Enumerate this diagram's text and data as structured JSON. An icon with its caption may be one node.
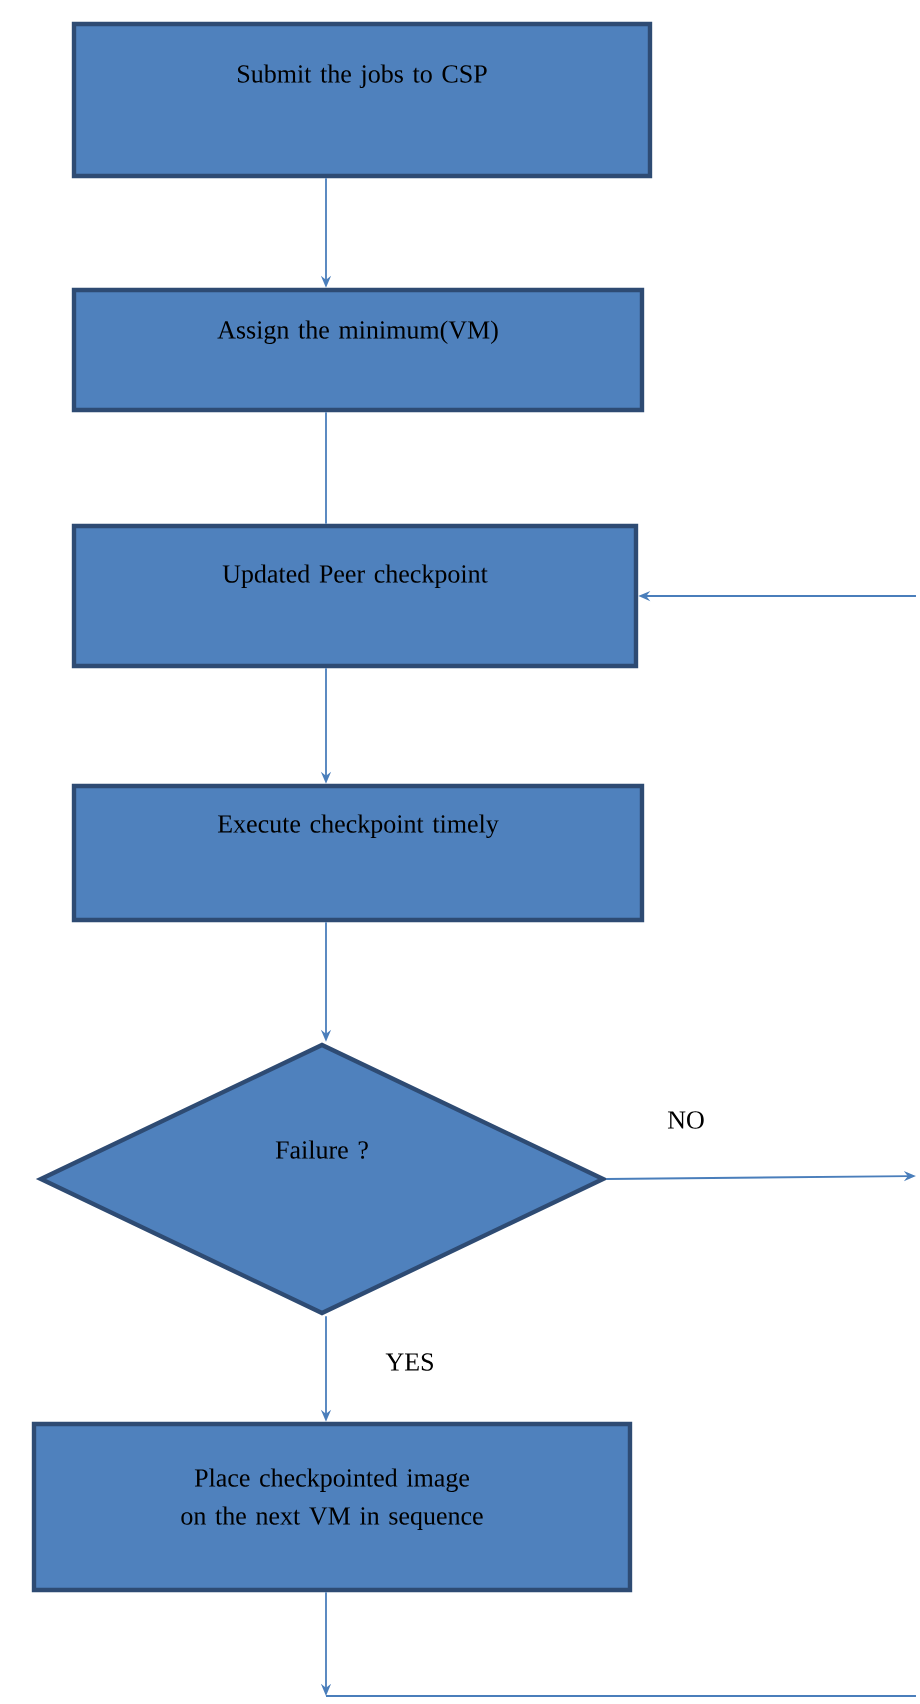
{
  "diagram": {
    "nodes": [
      {
        "text": [
          "Submit the jobs to CSP"
        ]
      },
      {
        "text": [
          "Assign the minimum(VM)"
        ]
      },
      {
        "text": [
          "Updated Peer checkpoint"
        ]
      },
      {
        "text": [
          "Execute checkpoint timely"
        ]
      },
      {
        "text": [
          "Failure ?"
        ]
      },
      {
        "text": [
          "Place checkpointed image on the next VM in sequence"
        ]
      }
    ],
    "edges": [
      {
        "from": 0,
        "to": 1,
        "arrow": "to"
      },
      {
        "from": 1,
        "to": 2,
        "arrow": "none"
      },
      {
        "from": 2,
        "to": 3,
        "arrow": "to"
      },
      {
        "from": 3,
        "to": 4,
        "arrow": "to"
      },
      {
        "from": 4,
        "to": null,
        "arrow": "to",
        "label": "NO"
      },
      {
        "from": 4,
        "to": 5,
        "arrow": "to",
        "label": "YES"
      },
      {
        "from": null,
        "to": 2,
        "arrow": "to"
      },
      {
        "from": 5,
        "to": null,
        "arrow": "to"
      }
    ]
  }
}
